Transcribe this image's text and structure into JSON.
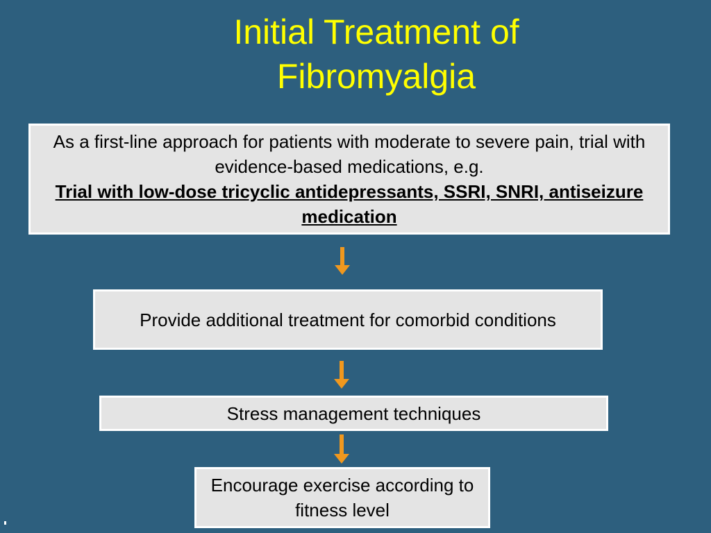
{
  "title_line1": "Initial Treatment of",
  "title_line2": "Fibromyalgia",
  "steps": [
    {
      "text": "As a first-line approach for patients with moderate to severe pain, trial with evidence-based medications, e.g.",
      "highlight": "Trial with low-dose tricyclic antidepressants, SSRI, SNRI, antiseizure medication"
    },
    {
      "text": "Provide additional treatment for comorbid conditions"
    },
    {
      "text": "Stress management techniques"
    },
    {
      "text": "Encourage exercise according to fitness level"
    }
  ],
  "colors": {
    "background": "#2d5f7e",
    "title": "#ffff00",
    "box": "#e4e4e4",
    "arrow": "#f0981e"
  },
  "icons": {
    "connector": "arrow-down-icon"
  }
}
